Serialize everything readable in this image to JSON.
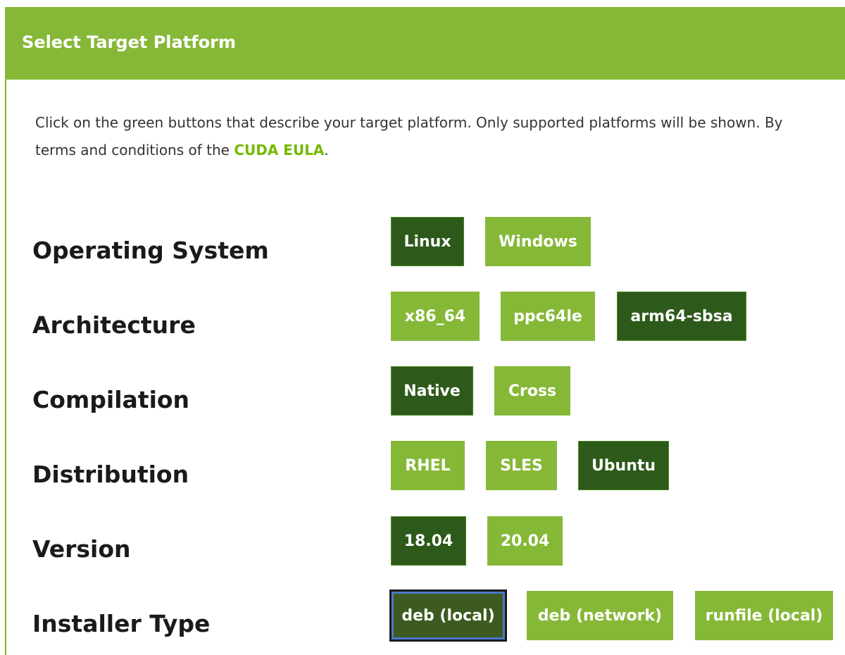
{
  "header": {
    "title": "Select Target Platform"
  },
  "intro": {
    "line1": "Click on the green buttons that describe your target platform. Only supported platforms will be shown. By",
    "line2_prefix": "terms and conditions of the ",
    "eula_link": "CUDA EULA",
    "line2_suffix": "."
  },
  "rows": {
    "os": {
      "label": "Operating System",
      "options": [
        "Linux",
        "Windows"
      ],
      "selected": "Linux"
    },
    "arch": {
      "label": "Architecture",
      "options": [
        "x86_64",
        "ppc64le",
        "arm64-sbsa"
      ],
      "selected": "arm64-sbsa"
    },
    "compilation": {
      "label": "Compilation",
      "options": [
        "Native",
        "Cross"
      ],
      "selected": "Native"
    },
    "distribution": {
      "label": "Distribution",
      "options": [
        "RHEL",
        "SLES",
        "Ubuntu"
      ],
      "selected": "Ubuntu"
    },
    "version": {
      "label": "Version",
      "options": [
        "18.04",
        "20.04"
      ],
      "selected": "18.04"
    },
    "installer": {
      "label": "Installer Type",
      "options": [
        "deb (local)",
        "deb (network)",
        "runfile (local)"
      ],
      "selected": "deb (local)"
    }
  },
  "colors": {
    "brand_green": "#76b900",
    "button_unselected": "#86b837",
    "button_selected": "#2d5a1a"
  }
}
